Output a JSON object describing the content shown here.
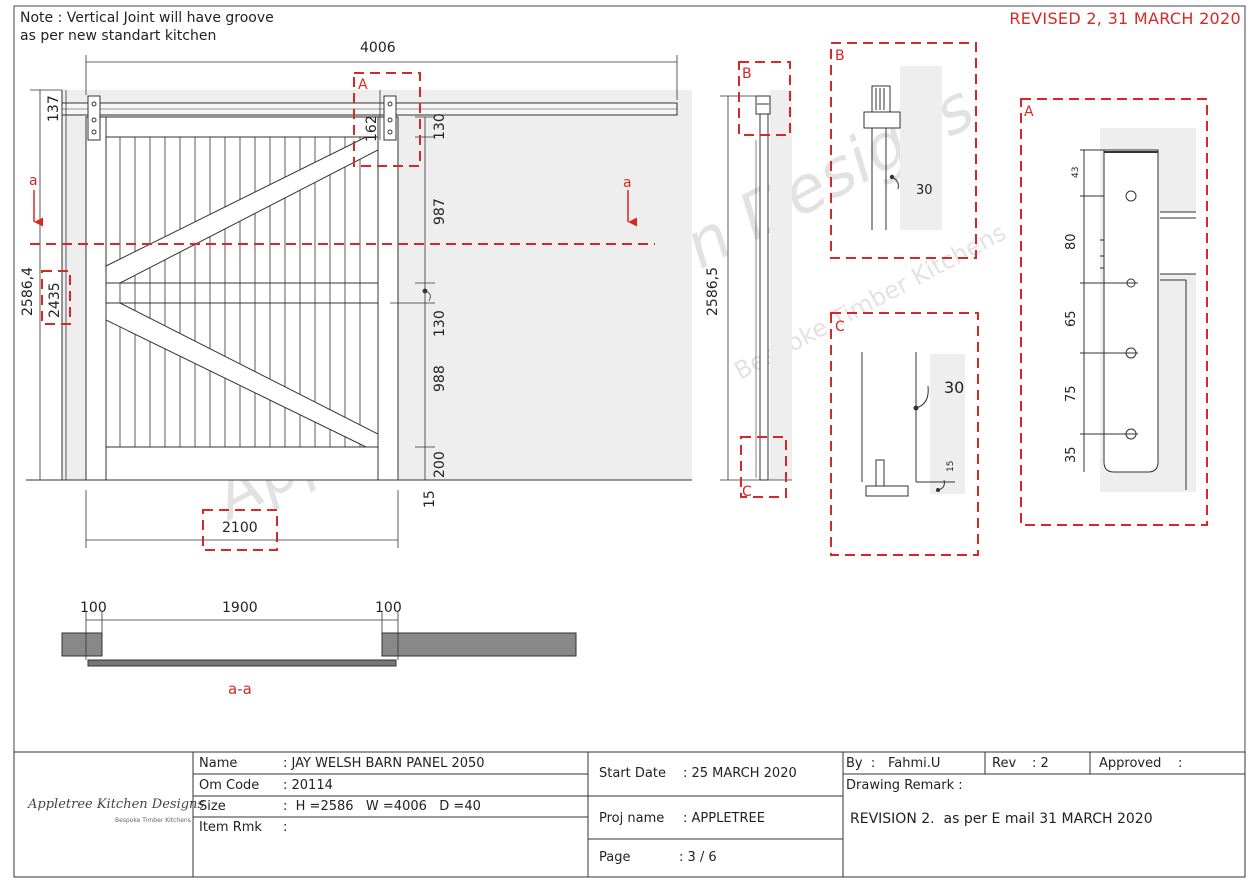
{
  "note": {
    "line1": "Note : Vertical Joint will have groove",
    "line2": "as per new standart kitchen"
  },
  "revised": "REVISED 2, 31 MARCH 2020",
  "watermark": {
    "main": "Appletree Kitchen Designs",
    "sub": "Bespoke Timber Kitchens"
  },
  "dimensions": {
    "overall_width": "4006",
    "rail_137": "137",
    "dim_162": "162",
    "dim_130_top": "130",
    "dim_987": "987",
    "dim_130_mid": "130",
    "dim_988": "988",
    "dim_200": "200",
    "dim_15": "15",
    "height_left": "2586,4",
    "height_2435": "2435",
    "height_side": "2586,5",
    "door_width": "2100"
  },
  "section": {
    "d100_left": "100",
    "d1900": "1900",
    "d100_right": "100",
    "label": "a-a",
    "marker": "a"
  },
  "details": {
    "A": "A",
    "B": "B",
    "C": "C",
    "b_30": "30",
    "c_30": "30",
    "c_15": "15",
    "a_43": "43",
    "a_80": "80",
    "a_65": "65",
    "a_75": "75",
    "a_35": "35"
  },
  "title_block": {
    "logo_main": "Appletree Kitchen Designs",
    "logo_sub": "Bespoke Timber Kitchens",
    "name_label": "Name",
    "name_value": ": JAY WELSH BARN PANEL 2050",
    "om_label": "Om Code",
    "om_value": ": 20114",
    "size_label": "Size",
    "size_value": ":  H =2586   W =4006   D =40",
    "rmk_label": "Item Rmk",
    "rmk_value": ":",
    "start_label": "Start Date",
    "start_value": ": 25 MARCH 2020",
    "proj_label": "Proj name",
    "proj_value": ": APPLETREE",
    "page_label": "Page",
    "page_value": ": 3 / 6",
    "by_label": "By  :",
    "by_value": "Fahmi.U",
    "rev_label": "Rev",
    "rev_value": ": 2",
    "approved_label": "Approved",
    "approved_value": ":",
    "remark_label": "Drawing Remark :",
    "remark_value": "REVISION 2.  as per E mail 31 MARCH 2020"
  },
  "colors": {
    "accent_red": "#d42a24",
    "line": "#333333",
    "fill_grey": "#eeeeee",
    "section_grey": "#888888"
  }
}
